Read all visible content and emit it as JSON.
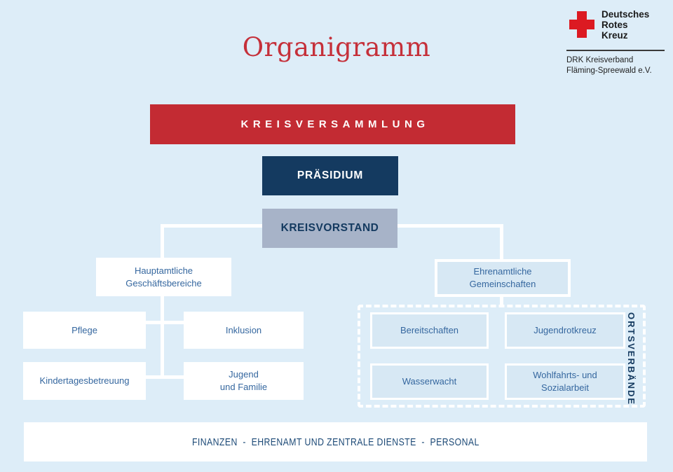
{
  "page": {
    "title": "Organigramm"
  },
  "logo": {
    "brand": "Deutsches\nRotes\nKreuz",
    "org_name": "DRK Kreisverband\nFläming-Spreewald e.V.",
    "cross_color": "#dc1a22"
  },
  "org": {
    "top": {
      "kreisversammlung": "KREISVERSAMMLUNG",
      "praesidium": "PRÄSIDIUM",
      "kreisvorstand": "KREISVORSTAND"
    },
    "left": {
      "parent": "Hauptamtliche\nGeschäftsbereiche",
      "items": [
        "Pflege",
        "Inklusion",
        "Kindertagesbetreuung",
        "Jugend\nund Familie"
      ]
    },
    "right": {
      "parent": "Ehrenamtliche\nGemeinschaften",
      "items": [
        "Bereitschaften",
        "Jugendrotkreuz",
        "Wasserwacht",
        "Wohlfahrts- und\nSozialarbeit"
      ],
      "container_label": "ORTSVERBÄNDE"
    }
  },
  "footer": {
    "label": "FINANZEN  -  EHRENAMT UND ZENTRALE DIENSTE  -  PERSONAL"
  },
  "colors": {
    "background": "#ddedf8",
    "red_box": "#c32b33",
    "navy_box": "#143a60",
    "steel_box": "#a7b3c8",
    "panel_fill": "#d7e8f4",
    "box_text": "#35679f",
    "connector": "#ffffff",
    "title_red": "#c5303a"
  }
}
